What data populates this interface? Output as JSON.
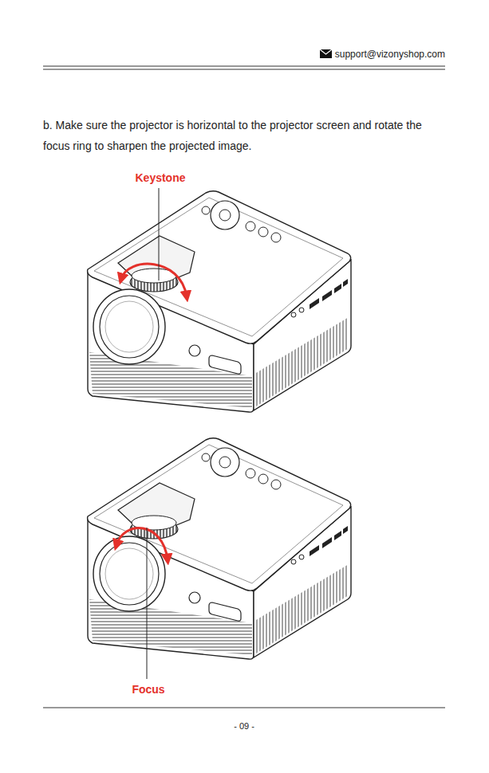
{
  "diagram": {
    "labels": [
      "support@vizonyshop.com",
      "b. Make sure the projector is horizontal to the projector screen and rotate the focus ring to sharpen the projected image.",
      "Keystone",
      "Focus",
      "- 09 -"
    ]
  }
}
